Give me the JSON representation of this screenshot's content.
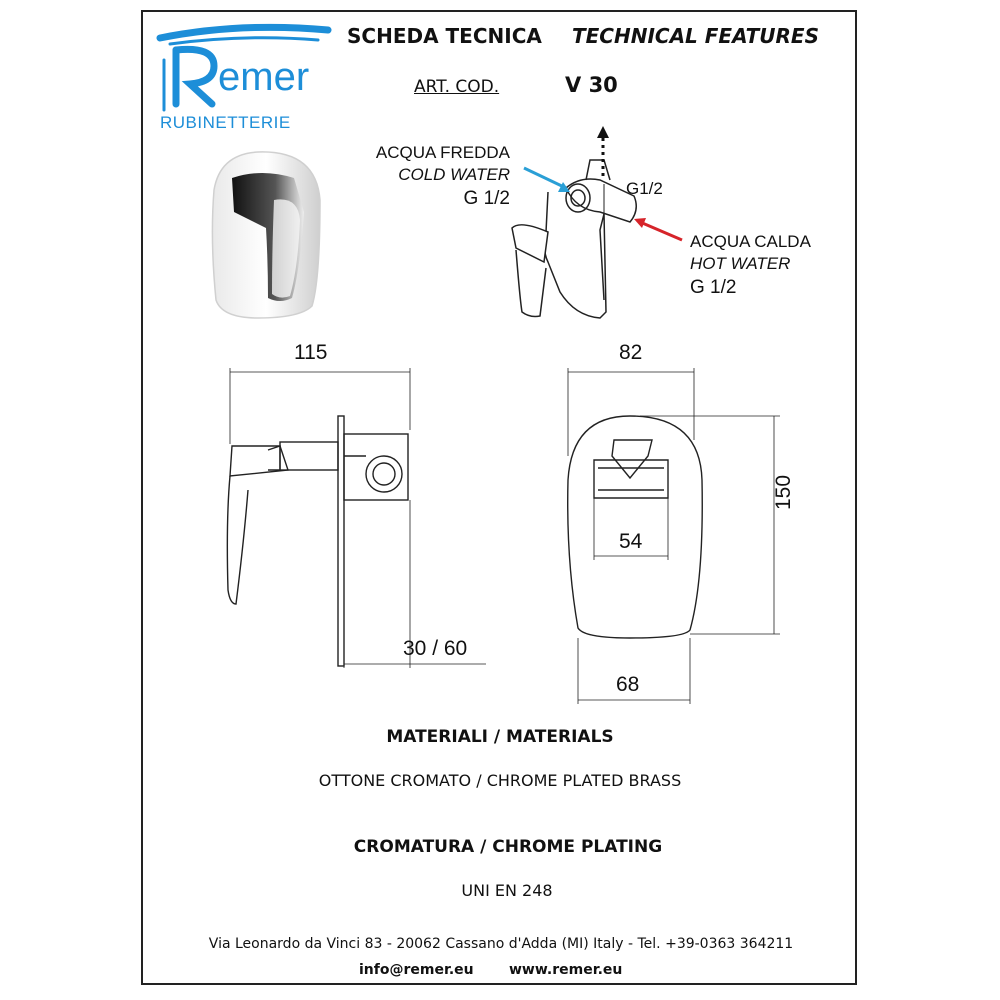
{
  "header": {
    "title_it": "SCHEDA TECNICA",
    "title_en": "TECHNICAL FEATURES",
    "art_label": "ART. COD.",
    "art_code": "V 30"
  },
  "logo": {
    "brand": "emer",
    "sub": "RUBINETTERIE",
    "color": "#1d8ed8"
  },
  "connections": {
    "cold_it": "ACQUA FREDDA",
    "cold_en": "COLD WATER",
    "cold_size": "G 1/2",
    "outlet_size": "G1/2",
    "hot_it": "ACQUA CALDA",
    "hot_en": "HOT WATER",
    "hot_size": "G 1/2",
    "cold_color": "#2a9fd6",
    "hot_color": "#d6242a"
  },
  "dimensions": {
    "length": "115",
    "width": "82",
    "height": "150",
    "handle": "54",
    "depth": "30 / 60",
    "base": "68"
  },
  "materials": {
    "title": "MATERIALI / MATERIALS",
    "value": "OTTONE CROMATO / CHROME PLATED BRASS"
  },
  "plating": {
    "title": "CROMATURA / CHROME PLATING",
    "value": "UNI EN 248"
  },
  "footer": {
    "address": "Via Leonardo da Vinci 83 - 20062 Cassano d'Adda (MI) Italy - Tel. +39-0363 364211",
    "email": "info@remer.eu",
    "website": "www.remer.eu"
  }
}
